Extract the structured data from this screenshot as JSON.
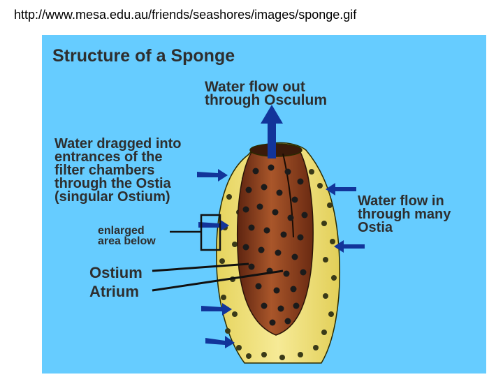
{
  "source_url": "http://www.mesa.edu.au/friends/seashores/images/sponge.gif",
  "diagram": {
    "title": "Structure of a Sponge",
    "label_out": [
      "Water flow out",
      "through Osculum"
    ],
    "label_dragged": [
      "Water dragged into",
      "entrances of the",
      "filter chambers",
      "through the Ostia",
      "(singular Ostium)"
    ],
    "label_in": [
      "Water flow in",
      "through many",
      "Ostia"
    ],
    "label_enlarged": [
      "enlarged",
      "area below"
    ],
    "label_ostium": "Ostium",
    "label_atrium": "Atrium"
  },
  "colors": {
    "background": "#66ccff",
    "outer_wall": "#f0e27a",
    "atrium": "#9a4a22",
    "arrow": "#12349a",
    "dots": "#222222"
  }
}
